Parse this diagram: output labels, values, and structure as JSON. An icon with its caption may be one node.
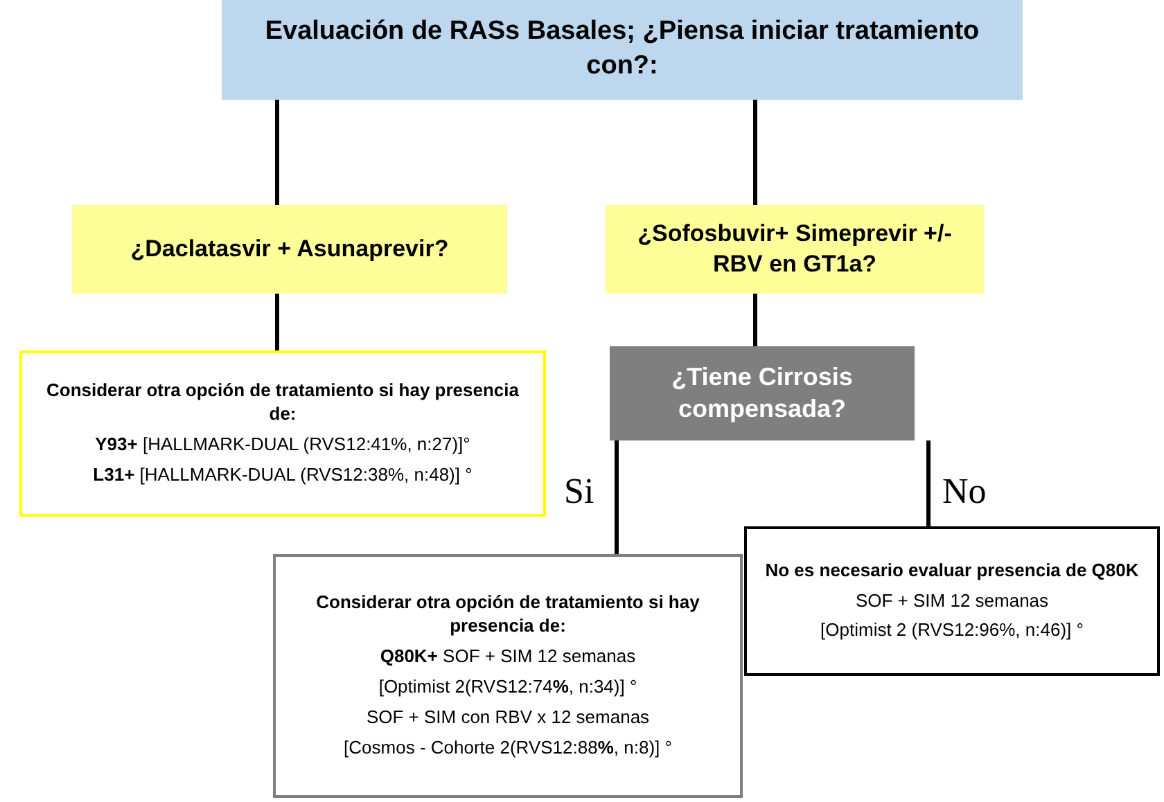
{
  "diagram": {
    "nodes": [
      {
        "text": [
          "Evaluación de RASs Basales; ¿Piensa iniciar tratamiento con?:"
        ]
      },
      {
        "text": [
          "¿Daclatasvir + Asunaprevir?"
        ]
      },
      {
        "text": [
          "¿Sofosbuvir+ Simeprevir +/- RBV en GT1a?"
        ]
      },
      {
        "text": [
          "Considerar otra opción de tratamiento si hay presencia de:",
          "**Y93+** [HALLMARK-DUAL (RVS12:41%, n:27)]°",
          "**L31+** [HALLMARK-DUAL (RVS12:38%, n:48)] °"
        ]
      },
      {
        "text": [
          "¿Tiene Cirrosis compensada?"
        ]
      },
      {
        "text": [
          "Considerar otra opción de tratamiento si hay presencia de:",
          "**Q80K+** SOF + SIM 12 semanas",
          "[Optimist 2(RVS12:74**%**, n:34)] °",
          "SOF + SIM con RBV x 12 semanas",
          "[Cosmos  - Cohorte  2(RVS12:88**%**, n:8)] °"
        ]
      },
      {
        "text": [
          "No es necesario evaluar presencia de Q80K",
          "SOF + SIM 12 semanas",
          "[Optimist 2 (RVS12:96%, n:46)] °"
        ]
      }
    ],
    "edges": [
      {
        "from": 0,
        "to": 1,
        "arrow": "none"
      },
      {
        "from": 0,
        "to": 2,
        "arrow": "none"
      },
      {
        "from": 1,
        "to": 3,
        "arrow": "none"
      },
      {
        "from": 2,
        "to": 4,
        "arrow": "none"
      },
      {
        "from": 4,
        "to": 5,
        "arrow": "none",
        "label": "Si"
      },
      {
        "from": 4,
        "to": 6,
        "arrow": "none",
        "label": "No"
      }
    ]
  }
}
